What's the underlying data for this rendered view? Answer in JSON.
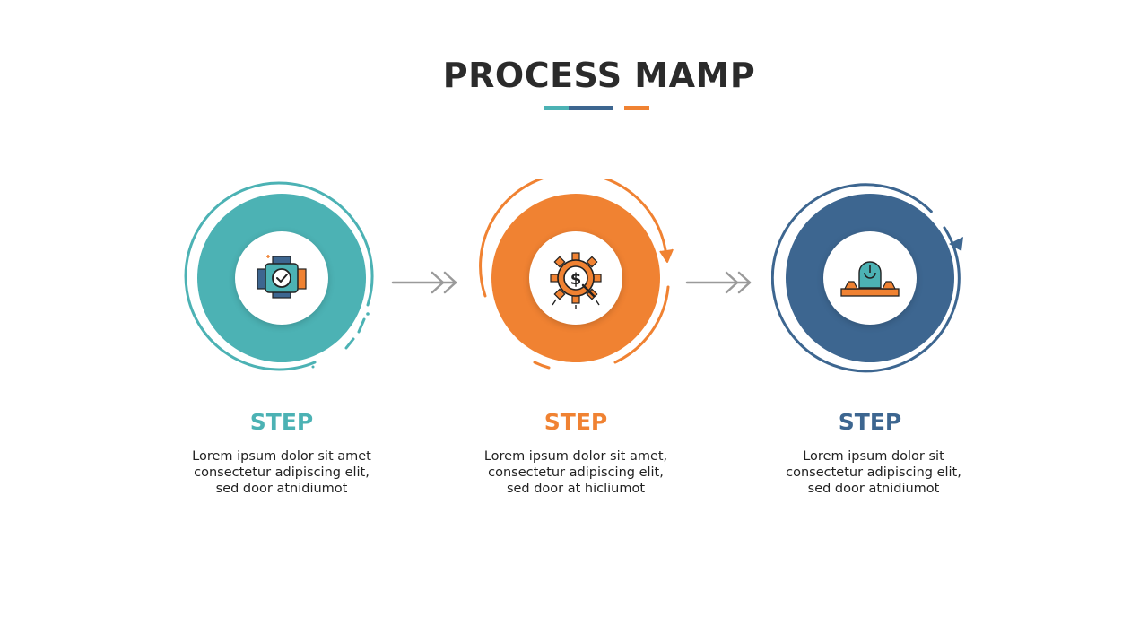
{
  "title": "PROCESS MAMP",
  "steps": [
    {
      "label": "STEP",
      "color": "#4cb2b4",
      "icon": "check-puzzle-icon",
      "lines": [
        "Lorem ipsum dolor sit amet",
        "consectetur adipiscing elit,",
        "sed door atnidiumot"
      ]
    },
    {
      "label": "STEP",
      "color": "#f08232",
      "icon": "dollar-gear-icon",
      "lines": [
        "Lorem ipsum dolor sit amet,",
        "consectetur adipiscing elit,",
        "sed door at hicliumot"
      ]
    },
    {
      "label": "STEP",
      "color": "#3d6690",
      "icon": "power-dome-icon",
      "lines": [
        "Lorem ipsum dolor sit",
        "consectetur adipiscing elit,",
        "sed door atnidiumot"
      ]
    }
  ],
  "arrows": [
    {
      "icon": "double-chevron-arrow-icon"
    },
    {
      "icon": "double-chevron-arrow-icon"
    }
  ]
}
